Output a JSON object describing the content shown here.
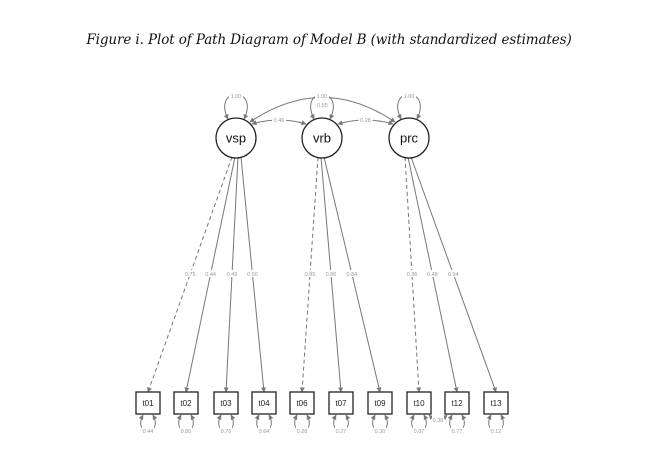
{
  "figure": {
    "title": "Figure i. Plot of Path Diagram of Model B (with standardized estimates)"
  },
  "diagram": {
    "latents": [
      {
        "id": "vsp",
        "label": "vsp",
        "variance": "1.00"
      },
      {
        "id": "vrb",
        "label": "vrb",
        "variance": "1.00"
      },
      {
        "id": "prc",
        "label": "prc",
        "variance": "1.00"
      }
    ],
    "observed": [
      {
        "id": "t01",
        "label": "t01",
        "residual": "0.44"
      },
      {
        "id": "t02",
        "label": "t02",
        "residual": "0.80"
      },
      {
        "id": "t03",
        "label": "t03",
        "residual": "0.76"
      },
      {
        "id": "t04",
        "label": "t04",
        "residual": "0.64"
      },
      {
        "id": "t06",
        "label": "t06",
        "residual": "0.28"
      },
      {
        "id": "t07",
        "label": "t07",
        "residual": "0.27"
      },
      {
        "id": "t09",
        "label": "t09",
        "residual": "0.30"
      },
      {
        "id": "t10",
        "label": "t10",
        "residual": "0.87"
      },
      {
        "id": "t12",
        "label": "t12",
        "residual": "0.77"
      },
      {
        "id": "t13",
        "label": "t13",
        "residual": "0.12"
      }
    ],
    "loadings": [
      {
        "from": "vsp",
        "to": "t01",
        "value": "0.75",
        "fixed": true
      },
      {
        "from": "vsp",
        "to": "t02",
        "value": "0.44",
        "fixed": false
      },
      {
        "from": "vsp",
        "to": "t03",
        "value": "0.49",
        "fixed": false
      },
      {
        "from": "vsp",
        "to": "t04",
        "value": "0.60",
        "fixed": false
      },
      {
        "from": "vrb",
        "to": "t06",
        "value": "0.85",
        "fixed": true
      },
      {
        "from": "vrb",
        "to": "t07",
        "value": "0.86",
        "fixed": false
      },
      {
        "from": "vrb",
        "to": "t09",
        "value": "0.84",
        "fixed": false
      },
      {
        "from": "prc",
        "to": "t10",
        "value": "0.36",
        "fixed": true
      },
      {
        "from": "prc",
        "to": "t12",
        "value": "0.48",
        "fixed": false
      },
      {
        "from": "prc",
        "to": "t13",
        "value": "0.94",
        "fixed": false
      }
    ],
    "latent_covariances": [
      {
        "a": "vsp",
        "b": "vrb",
        "value": "0.46"
      },
      {
        "a": "vrb",
        "b": "prc",
        "value": "0.28"
      },
      {
        "a": "vsp",
        "b": "prc",
        "value": "0.55"
      }
    ],
    "residual_covariances": [
      {
        "a": "t10",
        "b": "t12",
        "value": "0.38"
      }
    ]
  }
}
